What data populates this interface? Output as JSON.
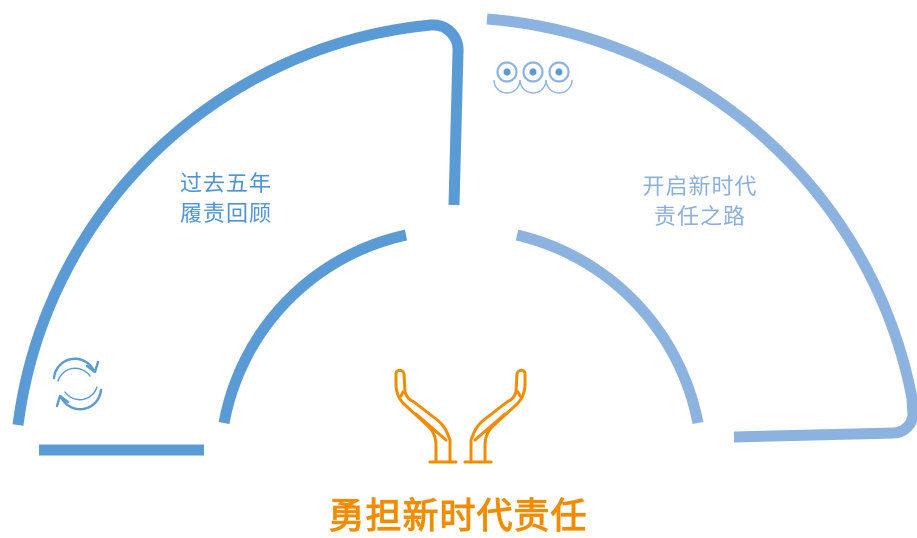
{
  "colors": {
    "left_arc": "#5b9bd5",
    "right_arc": "#8cb2df",
    "accent": "#f08c00",
    "left_text": "#4d93d5",
    "right_text": "#8cb0dc"
  },
  "left_section": {
    "line1": "过去五年",
    "line2": "履责回顾",
    "icon": "refresh-cycle-icon"
  },
  "right_section": {
    "line1": "开启新时代",
    "line2": "责任之路",
    "icon": "three-dots-icon"
  },
  "center": {
    "icon": "open-hands-icon",
    "title": "勇担新时代责任"
  }
}
